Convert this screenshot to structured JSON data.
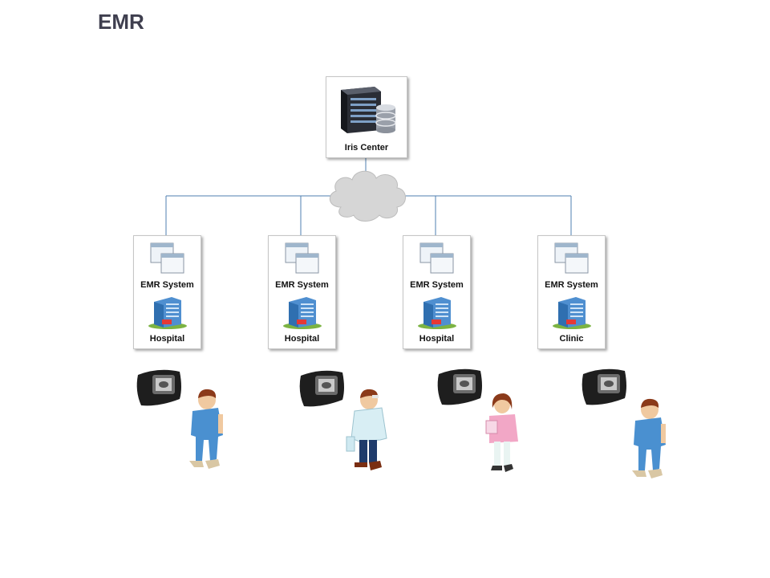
{
  "title": "EMR",
  "center": {
    "label": "Iris  Center",
    "icon": "server-database-icon"
  },
  "network": {
    "icon": "cloud-icon"
  },
  "nodes": [
    {
      "system": "EMR System",
      "facility": "Hospital"
    },
    {
      "system": "EMR System",
      "facility": "Hospital"
    },
    {
      "system": "EMR System",
      "facility": "Hospital"
    },
    {
      "system": "EMR System",
      "facility": "Clinic"
    }
  ],
  "endpoints": [
    {
      "device": "iris-scanner-icon",
      "person": "patient-icon"
    },
    {
      "device": "iris-scanner-icon",
      "person": "doctor-icon"
    },
    {
      "device": "iris-scanner-icon",
      "person": "nurse-icon"
    },
    {
      "device": "iris-scanner-icon",
      "person": "patient-icon"
    }
  ],
  "colors": {
    "title": "#3f3f4f",
    "connector": "#4f7fb0",
    "cloud": "#d6d6d6"
  }
}
